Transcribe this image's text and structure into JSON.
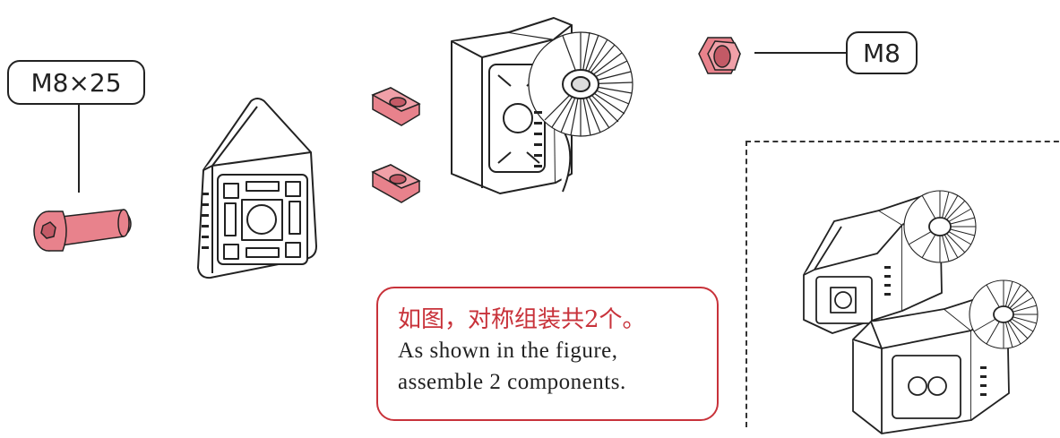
{
  "bolt_label": "M8×25",
  "nut_label": "M8",
  "note": {
    "zh": "如图，对称组装共2个。",
    "en_line1": "As shown in the figure,",
    "en_line2": "assemble 2 components."
  },
  "colors": {
    "part_highlight": "#e8828c",
    "note_border": "#c8323a",
    "outline": "#222222"
  }
}
